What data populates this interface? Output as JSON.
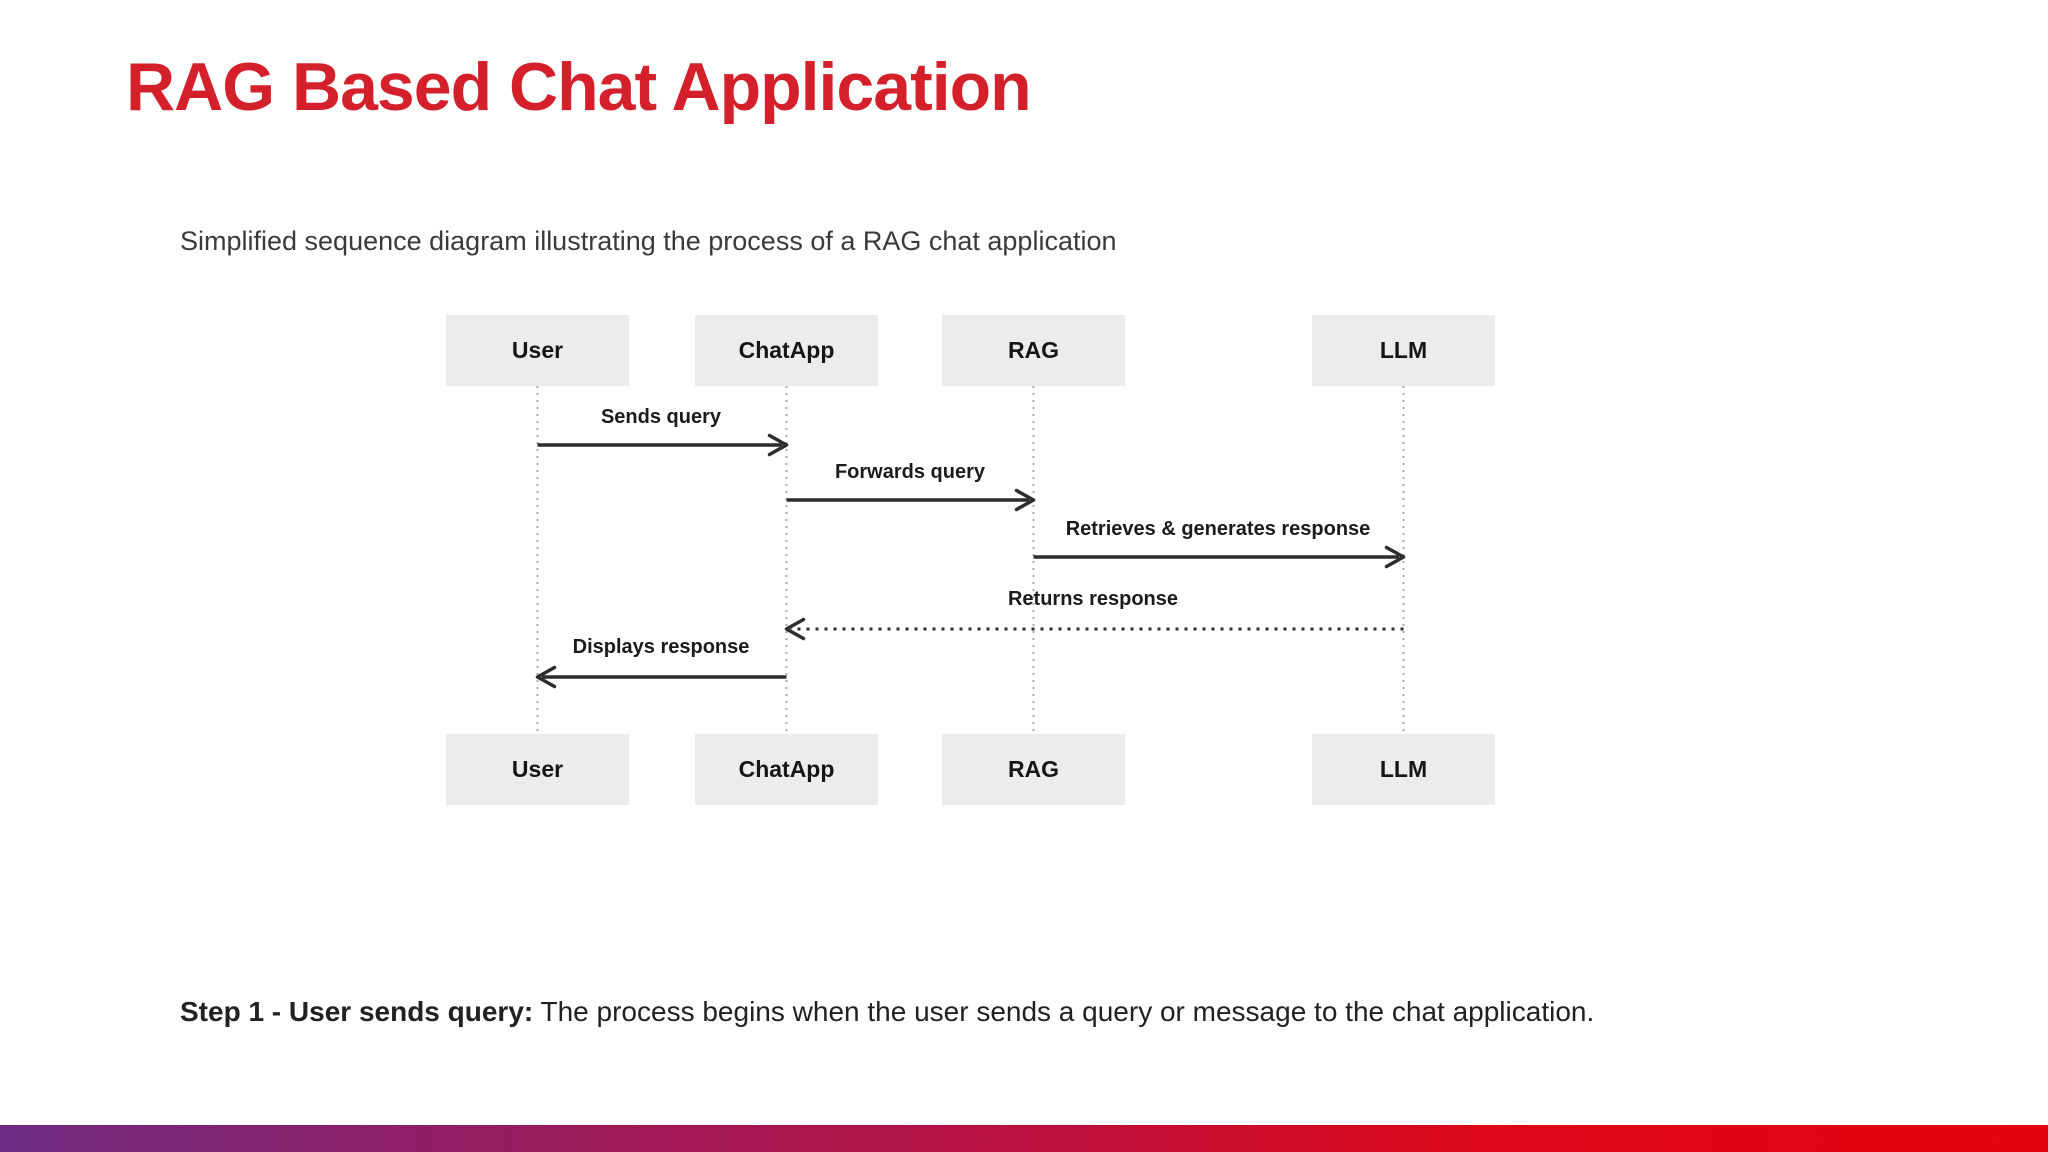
{
  "slide": {
    "title": "RAG Based Chat Application",
    "subtitle": "Simplified sequence diagram illustrating the process of a RAG chat application",
    "step_note": {
      "lead": "Step 1 - User sends query:",
      "text": " The process begins when the user sends a query or message to the chat application."
    }
  },
  "diagram": {
    "type": "sequence-diagram",
    "actors": [
      {
        "id": "user",
        "label": "User"
      },
      {
        "id": "chatapp",
        "label": "ChatApp"
      },
      {
        "id": "rag",
        "label": "RAG"
      },
      {
        "id": "llm",
        "label": "LLM"
      }
    ],
    "messages": [
      {
        "from": "User",
        "to": "ChatApp",
        "label": "Sends query",
        "style": "solid"
      },
      {
        "from": "ChatApp",
        "to": "RAG",
        "label": "Forwards query",
        "style": "solid"
      },
      {
        "from": "RAG",
        "to": "LLM",
        "label": "Retrieves & generates response",
        "style": "solid"
      },
      {
        "from": "LLM",
        "to": "ChatApp",
        "label": "Returns response",
        "style": "dashed"
      },
      {
        "from": "ChatApp",
        "to": "User",
        "label": "Displays response",
        "style": "solid"
      }
    ]
  },
  "colors": {
    "title": "#d4202a",
    "actor_box": "#ececec",
    "arrow": "#2d2d2d",
    "footer_gradient": [
      "#6e2a82",
      "#951c5e",
      "#bb1140",
      "#db0717",
      "#e2030e"
    ]
  }
}
